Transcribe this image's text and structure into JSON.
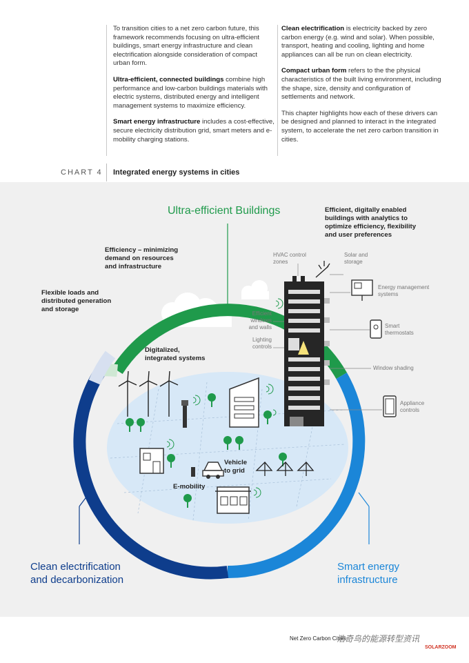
{
  "intro": {
    "left": [
      {
        "bold": "",
        "text": "To transition cities to a net zero carbon future, this framework recommends focusing on ultra-efficient buildings, smart energy infrastructure and clean electrification alongside consideration of compact urban form."
      },
      {
        "bold": "Ultra-efficient, connected buildings",
        "text": " combine high performance and low-carbon buildings materials with electric systems, distributed energy and intelligent management systems to maximize efficiency."
      },
      {
        "bold": "Smart energy infrastructure",
        "text": " includes a cost-effective, secure electricity distribution grid, smart meters and e-mobility charging stations."
      }
    ],
    "right": [
      {
        "bold": "Clean electrification",
        "text": " is electricity backed by zero carbon energy (e.g. wind and solar). When possible, transport, heating and cooling, lighting and home appliances can all be run on clean electricity."
      },
      {
        "bold": "Compact urban form",
        "text": " refers to the the physical characteristics of the built living environment, including the shape, size, density and configuration of settlements and network."
      },
      {
        "bold": "",
        "text": "This chapter highlights how each of these drivers can be designed and planned to interact in the integrated system, to accelerate the net zero carbon transition in cities."
      }
    ]
  },
  "chart_caption": {
    "label": "CHART 4",
    "title": "Integrated energy systems in cities"
  },
  "colors": {
    "green": "#1f9a4b",
    "navy": "#0e3d8c",
    "blue": "#1b86d8",
    "light_green": "#cfe8d4",
    "light_blue": "#d7e8f7"
  },
  "segments": {
    "buildings": "Ultra-efficient Buildings",
    "clean": [
      "Clean electrification",
      "and decarbonization"
    ],
    "smart": [
      "Smart energy",
      "infrastructure"
    ]
  },
  "labels": {
    "efficient_digital": [
      "Efficient, digitally enabled",
      "buildings with analytics to",
      "optimize efficiency, flexibility",
      "and user preferences"
    ],
    "efficiency": [
      "Efficiency – minimizing",
      "demand on resources",
      "and infrastructure"
    ],
    "flexible": [
      "Flexible loads and",
      "distributed generation",
      "and storage"
    ],
    "digitalized": [
      "Digitalized,",
      "integrated systems"
    ],
    "vehicle": [
      "Vehicle",
      "to grid"
    ],
    "emobility": "E-mobility"
  },
  "small_labels": {
    "hvac": [
      "HVAC control",
      "zones"
    ],
    "solar": [
      "Solar and",
      "storage"
    ],
    "energy_mgmt": [
      "Energy management",
      "systems"
    ],
    "windows": [
      "Efficient",
      "windows",
      "and walls"
    ],
    "lighting": [
      "Lighting",
      "controls"
    ],
    "thermostats": [
      "Smart",
      "thermostats"
    ],
    "shading": "Window shading",
    "appliance": [
      "Appliance",
      "controls"
    ]
  },
  "icons": [
    "wind-turbine-icon",
    "solar-panel-icon",
    "building-icon",
    "tree-icon",
    "car-icon",
    "wifi-signal-icon",
    "monitor-icon",
    "thermostat-icon",
    "outlet-icon",
    "ev-charger-icon"
  ],
  "footer": "Net Zero Carbon Cities",
  "watermark": "浩奇鸟的能源转型资讯",
  "watermark_site": "SOLARZOOM"
}
